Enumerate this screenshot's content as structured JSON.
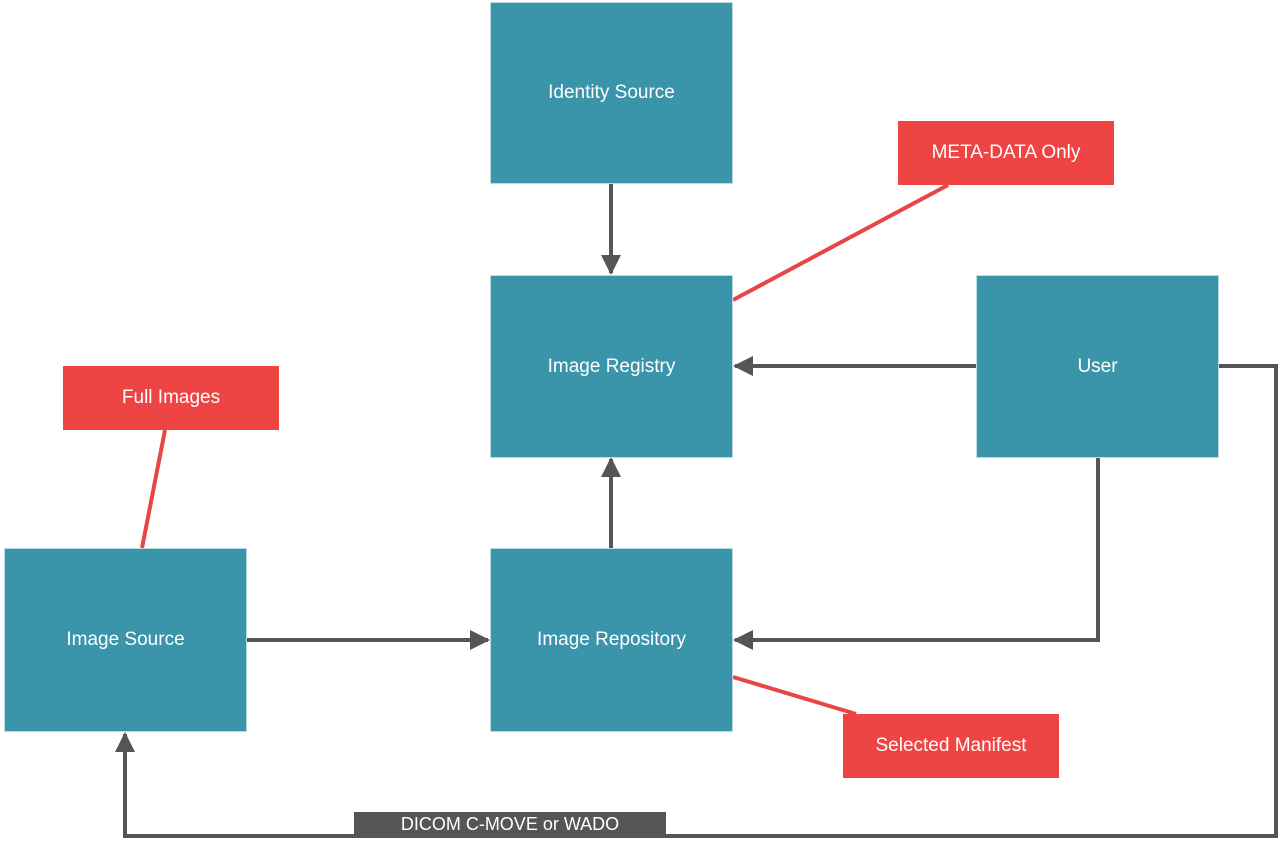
{
  "colors": {
    "node_fill": "#3a95ab",
    "note_fill": "#ef4444",
    "connector": "#555555",
    "annotation_line": "#e84545",
    "label_fill": "#555555"
  },
  "nodes": {
    "identity_source": "Identity Source",
    "image_registry": "Image Registry",
    "user": "User",
    "image_source": "Image Source",
    "image_repository": "Image Repository"
  },
  "notes": {
    "meta_data_only": "META-DATA Only",
    "full_images": "Full Images",
    "selected_manifest": "Selected Manifest"
  },
  "edges": [
    {
      "from": "Identity Source",
      "to": "Image Registry"
    },
    {
      "from": "Image Repository",
      "to": "Image Registry"
    },
    {
      "from": "User",
      "to": "Image Registry"
    },
    {
      "from": "Image Source",
      "to": "Image Repository"
    },
    {
      "from": "User",
      "to": "Image Repository"
    },
    {
      "from": "User",
      "to": "Image Source",
      "label": "DICOM C-MOVE or WADO"
    }
  ],
  "edge_labels": {
    "user_to_source": "DICOM C-MOVE or WADO"
  }
}
